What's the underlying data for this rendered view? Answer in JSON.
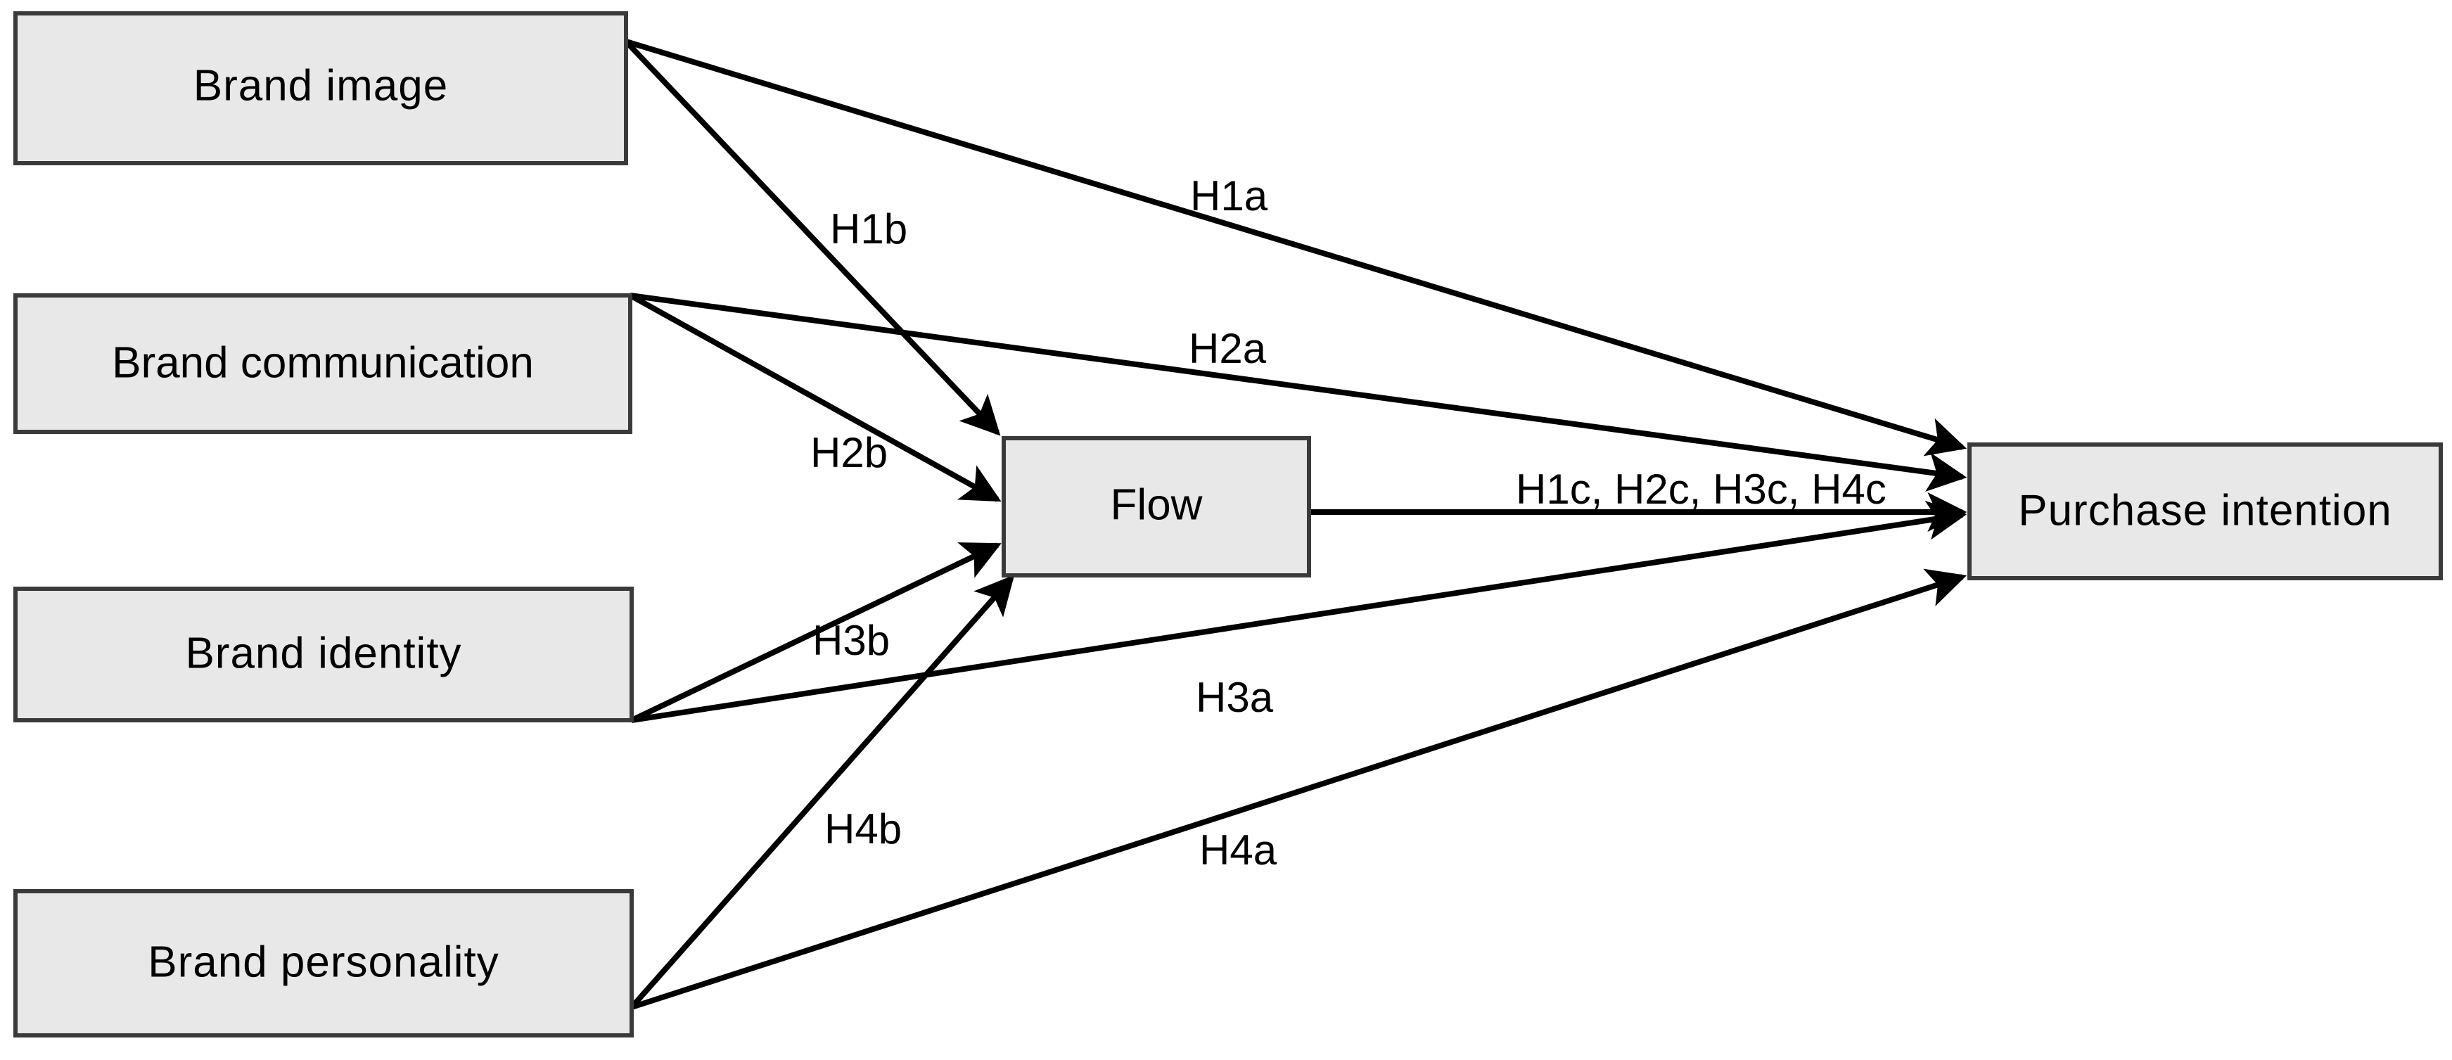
{
  "diagram": {
    "type": "conceptual-research-model",
    "background_color": "#ffffff",
    "box_fill_color": "#e8e8e8",
    "box_border_color": "#3a3a3a",
    "line_color": "#000000",
    "nodes": [
      {
        "id": "brand_image",
        "label": "Brand  image",
        "role": "exogenous-construct"
      },
      {
        "id": "brand_communication",
        "label": "Brand communication",
        "role": "exogenous-construct"
      },
      {
        "id": "brand_identity",
        "label": "Brand  identity",
        "role": "exogenous-construct"
      },
      {
        "id": "brand_personality",
        "label": "Brand  personality",
        "role": "exogenous-construct"
      },
      {
        "id": "flow",
        "label": "Flow",
        "role": "mediator-construct"
      },
      {
        "id": "purchase_intention",
        "label": "Purchase  intention",
        "role": "endogenous-construct"
      }
    ],
    "paths": [
      {
        "id": "h1a",
        "label": "H1a",
        "from": "brand_image",
        "to": "purchase_intention"
      },
      {
        "id": "h1b",
        "label": "H1b",
        "from": "brand_image",
        "to": "flow"
      },
      {
        "id": "h2a",
        "label": "H2a",
        "from": "brand_communication",
        "to": "purchase_intention"
      },
      {
        "id": "h2b",
        "label": "H2b",
        "from": "brand_communication",
        "to": "flow"
      },
      {
        "id": "h3a",
        "label": "H3a",
        "from": "brand_identity",
        "to": "purchase_intention"
      },
      {
        "id": "h3b",
        "label": "H3b",
        "from": "brand_identity",
        "to": "flow"
      },
      {
        "id": "h4a",
        "label": "H4a",
        "from": "brand_personality",
        "to": "purchase_intention"
      },
      {
        "id": "h4b",
        "label": "H4b",
        "from": "brand_personality",
        "to": "flow"
      },
      {
        "id": "hc",
        "label": "H1c, H2c, H3c, H4c",
        "from": "flow",
        "to": "purchase_intention"
      }
    ]
  }
}
